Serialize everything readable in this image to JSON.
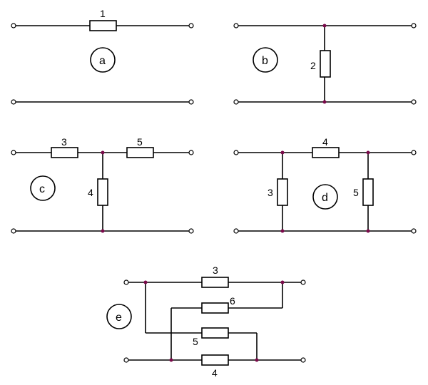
{
  "circuits": {
    "a": {
      "tag": "a",
      "resistors": [
        "1"
      ]
    },
    "b": {
      "tag": "b",
      "resistors": [
        "2"
      ]
    },
    "c": {
      "tag": "c",
      "resistors": [
        "3",
        "5",
        "4"
      ]
    },
    "d": {
      "tag": "d",
      "resistors": [
        "4",
        "3",
        "5"
      ]
    },
    "e": {
      "tag": "e",
      "resistors": [
        "3",
        "6",
        "5",
        "4"
      ]
    }
  },
  "colors": {
    "wire": "#000000",
    "junction": "#7a0a4a"
  }
}
